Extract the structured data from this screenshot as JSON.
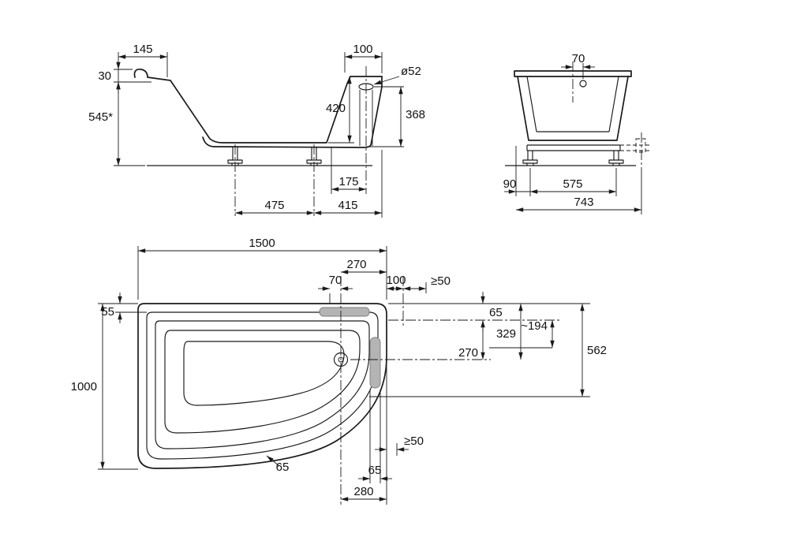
{
  "drawing_type": "bathtub technical dimension drawing",
  "colors": {
    "line": "#1a1a1a",
    "fitting_gray": "#b4b4b4",
    "background": "#ffffff"
  },
  "dims": {
    "side": {
      "w145": "145",
      "w100": "100",
      "h30": "30",
      "h545": "545*",
      "h420": "420",
      "dia52": "ø52",
      "h368": "368",
      "w175": "175",
      "w475": "475",
      "w415": "415"
    },
    "end": {
      "w70": "70",
      "w90": "90",
      "w575": "575",
      "w743": "743"
    },
    "plan": {
      "w1500": "1500",
      "w270": "270",
      "w70": "70",
      "w100": "100",
      "ge50_top": "≥50",
      "h55": "55",
      "h1000": "1000",
      "h65": "65",
      "h194": "~194",
      "h329": "329",
      "h562": "562",
      "h270": "270",
      "rim65": "65",
      "w65": "65",
      "w280": "280",
      "ge50_bottom": "≥50"
    }
  }
}
